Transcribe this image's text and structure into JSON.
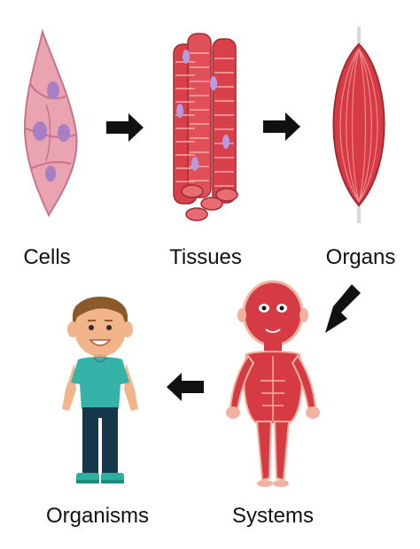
{
  "stages": [
    {
      "key": "cells",
      "label": "Cells",
      "icon": "cells-illustration"
    },
    {
      "key": "tissues",
      "label": "Tissues",
      "icon": "muscle-tissue-illustration"
    },
    {
      "key": "organs",
      "label": "Organs",
      "icon": "muscle-organ-illustration"
    },
    {
      "key": "systems",
      "label": "Systems",
      "icon": "muscular-system-illustration"
    },
    {
      "key": "organisms",
      "label": "Organisms",
      "icon": "human-boy-illustration"
    }
  ],
  "colors": {
    "arrow": "#111111",
    "cell_fill": "#e9a3b1",
    "nucleus": "#a77fc5",
    "tissue_red": "#d9414a",
    "organ_red": "#d63a43",
    "skin": "#f2b48a",
    "hair": "#8a5a2b",
    "shirt": "#35b3a8",
    "pants": "#17374a",
    "shoes": "#2bb0a0",
    "text": "#111111"
  }
}
